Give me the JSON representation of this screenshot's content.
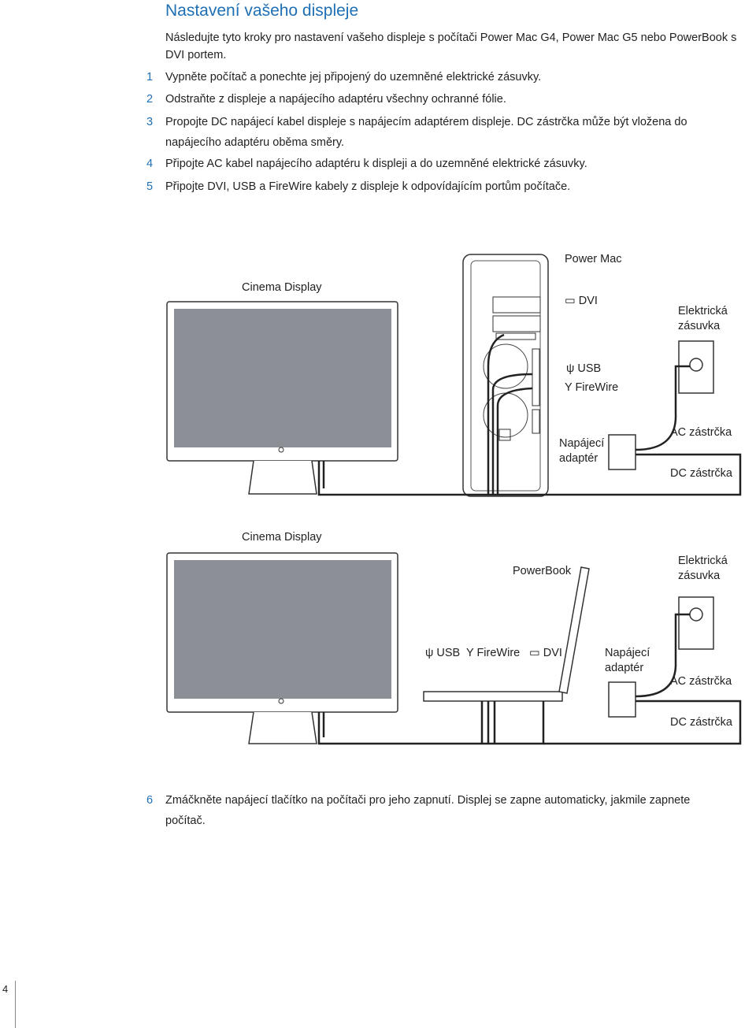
{
  "heading": "Nastavení vašeho displeje",
  "intro": "Následujte tyto kroky pro nastavení vašeho displeje s počítači Power Mac G4, Power Mac G5 nebo PowerBook s DVI portem.",
  "steps": [
    {
      "num": "1",
      "text": "Vypněte počítač a ponechte jej připojený do uzemněné elektrické zásuvky."
    },
    {
      "num": "2",
      "text": "Odstraňte z displeje a napájecího adaptéru všechny ochranné fólie."
    },
    {
      "num": "3",
      "text": "Propojte DC napájecí kabel displeje s napájecím adaptérem displeje. DC zástrčka může být vložena do napájecího adaptéru oběma směry."
    },
    {
      "num": "4",
      "text": "Připojte AC kabel napájecího adaptéru k displeji a do uzemněné elektrické zásuvky."
    },
    {
      "num": "5",
      "text": "Připojte DVI, USB a FireWire kabely z displeje k odpovídajícím portům počítače."
    },
    {
      "num": "6",
      "text": "Zmáčkněte napájecí tlačítko na počítači pro jeho zapnutí. Displej se zapne automaticky, jakmile zapnete počítač."
    }
  ],
  "diagram1": {
    "computer": "Power Mac",
    "display": "Cinema Display",
    "dvi": "DVI",
    "usb": "USB",
    "firewire": "FireWire",
    "outlet": "Elektrická zásuvka",
    "adapter": "Napájecí adaptér",
    "ac_plug": "AC zástrčka",
    "dc_plug": "DC zástrčka"
  },
  "diagram2": {
    "display": "Cinema Display",
    "computer": "PowerBook",
    "outlet": "Elektrická zásuvka",
    "usb": "USB",
    "firewire": "FireWire",
    "dvi": "DVI",
    "adapter": "Napájecí adaptér",
    "ac_plug": "AC zástrčka",
    "dc_plug": "DC zástrčka"
  },
  "page_number": "4",
  "colors": {
    "accent": "#1f6fb5",
    "screen": "#8c9096"
  }
}
